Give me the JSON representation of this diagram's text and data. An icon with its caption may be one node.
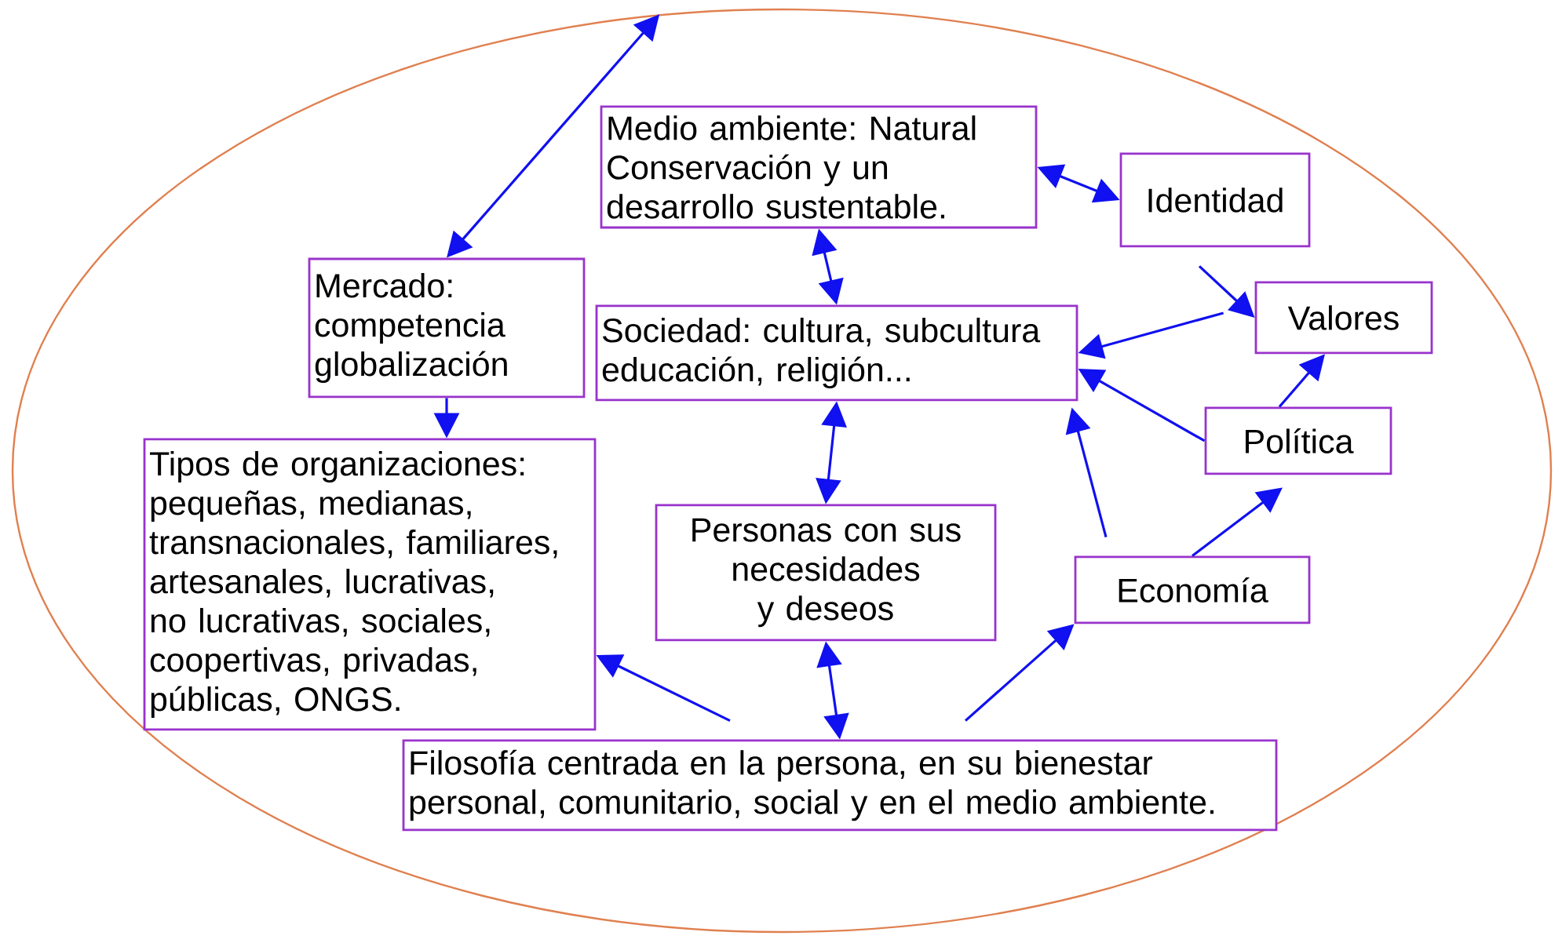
{
  "diagram": {
    "nodes": [
      {
        "text": [],
        "shape": "ellipse"
      },
      {
        "text": [
          "Medio ambiente: Natural Conservación y un desarrollo sustentable."
        ],
        "in": 0
      },
      {
        "text": [
          "Identidad"
        ],
        "in": 0
      },
      {
        "text": [
          "Mercado: competencia globalización"
        ],
        "in": 0
      },
      {
        "text": [
          "Sociedad: cultura, subcultura educación, religión..."
        ],
        "in": 0
      },
      {
        "text": [
          "Valores"
        ],
        "in": 0
      },
      {
        "text": [
          "Política"
        ],
        "in": 0
      },
      {
        "text": [
          "Tipos de organizaciones: pequeñas, medianas, transnacionales, familiares, artesanales, lucrativas, no lucrativas, sociales, coopertivas, privadas, públicas, ONGS."
        ],
        "in": 0
      },
      {
        "text": [
          "Personas con sus necesidades y deseos"
        ],
        "in": 0
      },
      {
        "text": [
          "Economía"
        ],
        "in": 0
      },
      {
        "text": [
          "Filosofía centrada en la persona, en su bienestar personal, comunitario, social y en el medio ambiente."
        ],
        "in": 0
      }
    ],
    "edges": [
      {
        "from": 3,
        "to": 0,
        "arrow": "both"
      },
      {
        "from": 1,
        "to": 2,
        "arrow": "both"
      },
      {
        "from": 1,
        "to": 4,
        "arrow": "both"
      },
      {
        "from": 3,
        "to": 7,
        "arrow": "to"
      },
      {
        "from": 2,
        "to": 5,
        "arrow": "to"
      },
      {
        "from": 5,
        "to": 4,
        "arrow": "to"
      },
      {
        "from": 6,
        "to": 4,
        "arrow": "to"
      },
      {
        "from": 6,
        "to": 5,
        "arrow": "to"
      },
      {
        "from": 4,
        "to": 8,
        "arrow": "both"
      },
      {
        "from": 9,
        "to": 4,
        "arrow": "to"
      },
      {
        "from": 9,
        "to": 6,
        "arrow": "to"
      },
      {
        "from": 8,
        "to": 10,
        "arrow": "both"
      },
      {
        "from": 10,
        "to": 7,
        "arrow": "to"
      },
      {
        "from": 10,
        "to": 9,
        "arrow": "to"
      }
    ]
  }
}
